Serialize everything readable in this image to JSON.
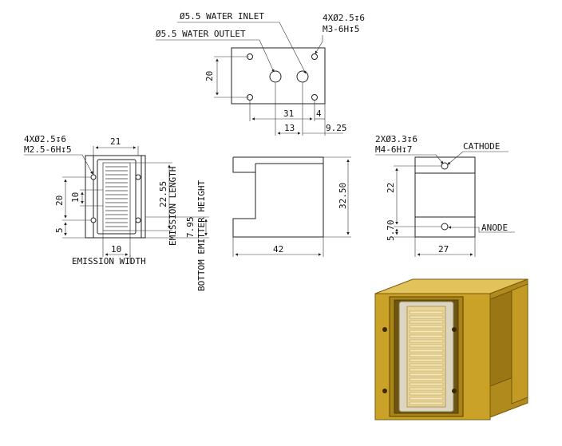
{
  "top_view": {
    "water_inlet": "Ø5.5 WATER INLET",
    "water_outlet": "Ø5.5 WATER OUTLET",
    "holes_line1": "4XØ2.5↧6",
    "holes_line2": "M3-6H↧5",
    "dim_height": "20",
    "dim_31": "31",
    "dim_4": "4",
    "dim_13": "13",
    "dim_925": "9.25"
  },
  "front_view": {
    "holes_line1": "4XØ2.5↧6",
    "holes_line2": "M2.5-6H↧5",
    "dim_width": "21",
    "dim_20": "20",
    "dim_10": "10",
    "dim_5": "5",
    "dim_10_bottom": "10",
    "emission_width": "EMISSION WIDTH",
    "dim_2255": "22.55",
    "emission_length": "EMISSION LENGTH",
    "dim_795": "7.95",
    "bottom_emitter_height": "BOTTOM EMITTER HEIGHT"
  },
  "side_view": {
    "dim_3250": "32.50",
    "dim_42": "42"
  },
  "right_view": {
    "holes_line1": "2XØ3.3↧6",
    "holes_line2": "M4-6H↧7",
    "cathode": "CATHODE",
    "anode": "ANODE",
    "dim_22": "22",
    "dim_570": "5.70",
    "dim_27": "27"
  },
  "colors": {
    "gold": "#c9a227",
    "gold_dark": "#8a6a10",
    "gold_light": "#e2c25a",
    "line": "#222222"
  }
}
